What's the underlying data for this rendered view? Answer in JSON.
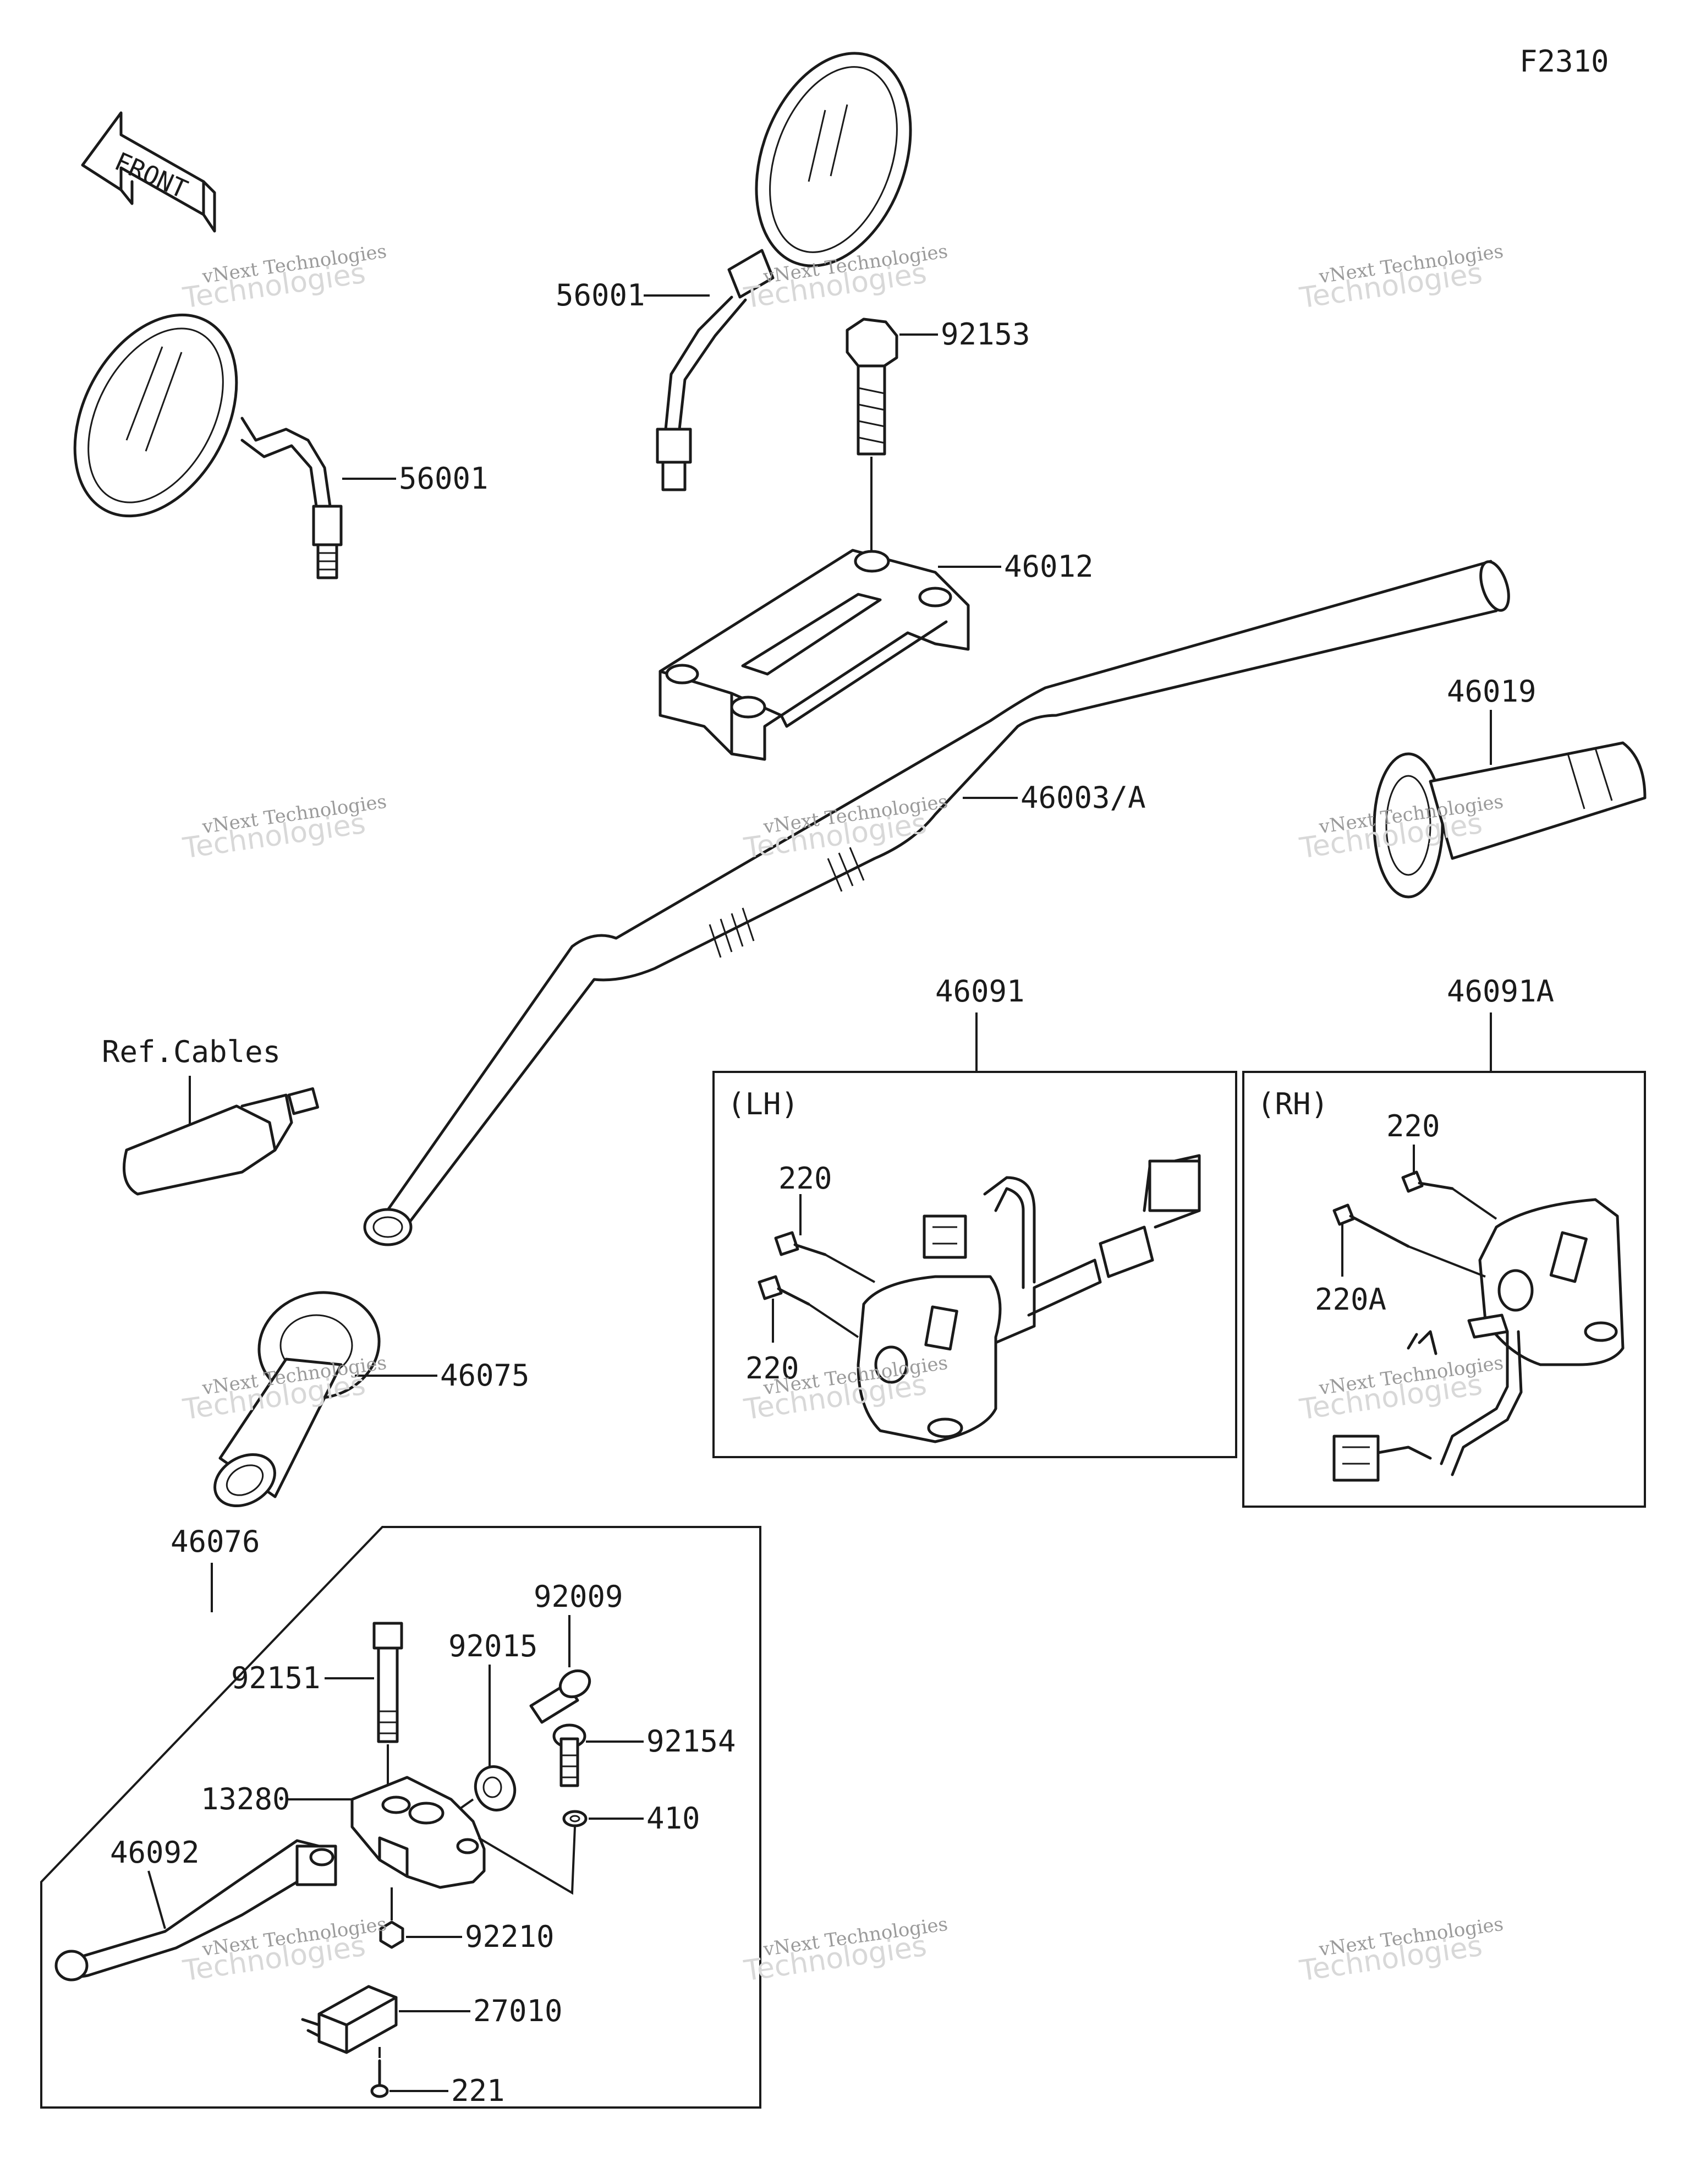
{
  "figure_code": "F2310",
  "front_arrow_label": "FRONT",
  "watermark": {
    "line1": "vNext Technologies",
    "line2": "Technologies"
  },
  "parts": {
    "mirror_left": "56001",
    "mirror_right": "56001",
    "bolt_92153": "92153",
    "holder_46012": "46012",
    "handlebar": "46003/A",
    "grip_throttle": "46019",
    "ref_cables": "Ref.Cables",
    "grip_left": "46075",
    "switch_lh_assy": "46091",
    "switch_rh_assy": "46091A",
    "lh_tag": "(LH)",
    "rh_tag": "(RH)",
    "lh_screw_upper": "220",
    "lh_screw_lower": "220",
    "rh_screw_upper": "220",
    "rh_screw_lower": "220A",
    "lever_assy": "46076",
    "bolt_92151": "92151",
    "adjuster_92015": "92015",
    "bolt_92009": "92009",
    "bolt_92154": "92154",
    "bracket_13280": "13280",
    "washer_410": "410",
    "lever_46092": "46092",
    "nut_92210": "92210",
    "switch_27010": "27010",
    "screw_221": "221"
  }
}
